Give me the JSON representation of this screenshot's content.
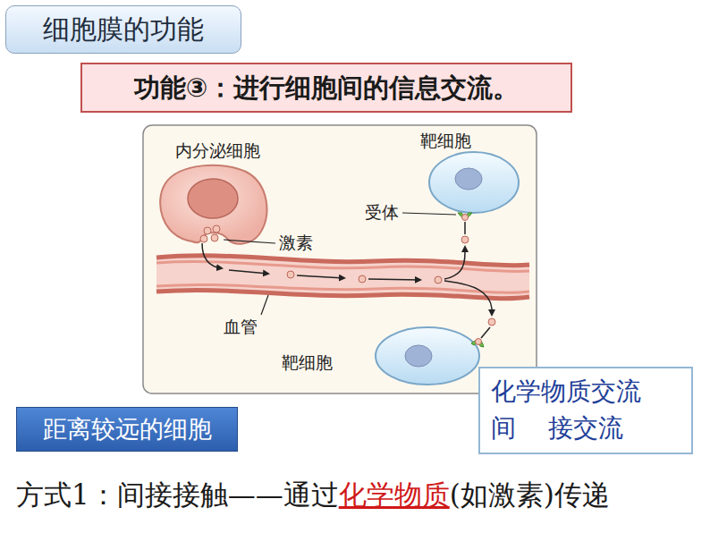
{
  "diagram": {
    "nodes": [
      {
        "text": [
          "细胞膜的功能"
        ]
      },
      {
        "text": [
          "功能③：进行细胞间的信息交流。"
        ]
      },
      {
        "text": [
          "化学物质交流",
          "间    接交流"
        ]
      },
      {
        "text": [
          "距离较远的细胞"
        ]
      }
    ],
    "labels": [
      "内分泌细胞",
      "靶细胞",
      "受体",
      "激素",
      "血管",
      "靶细胞",
      "方式1：间接接触——通过",
      "化学物质",
      "(如激素)传递"
    ]
  }
}
